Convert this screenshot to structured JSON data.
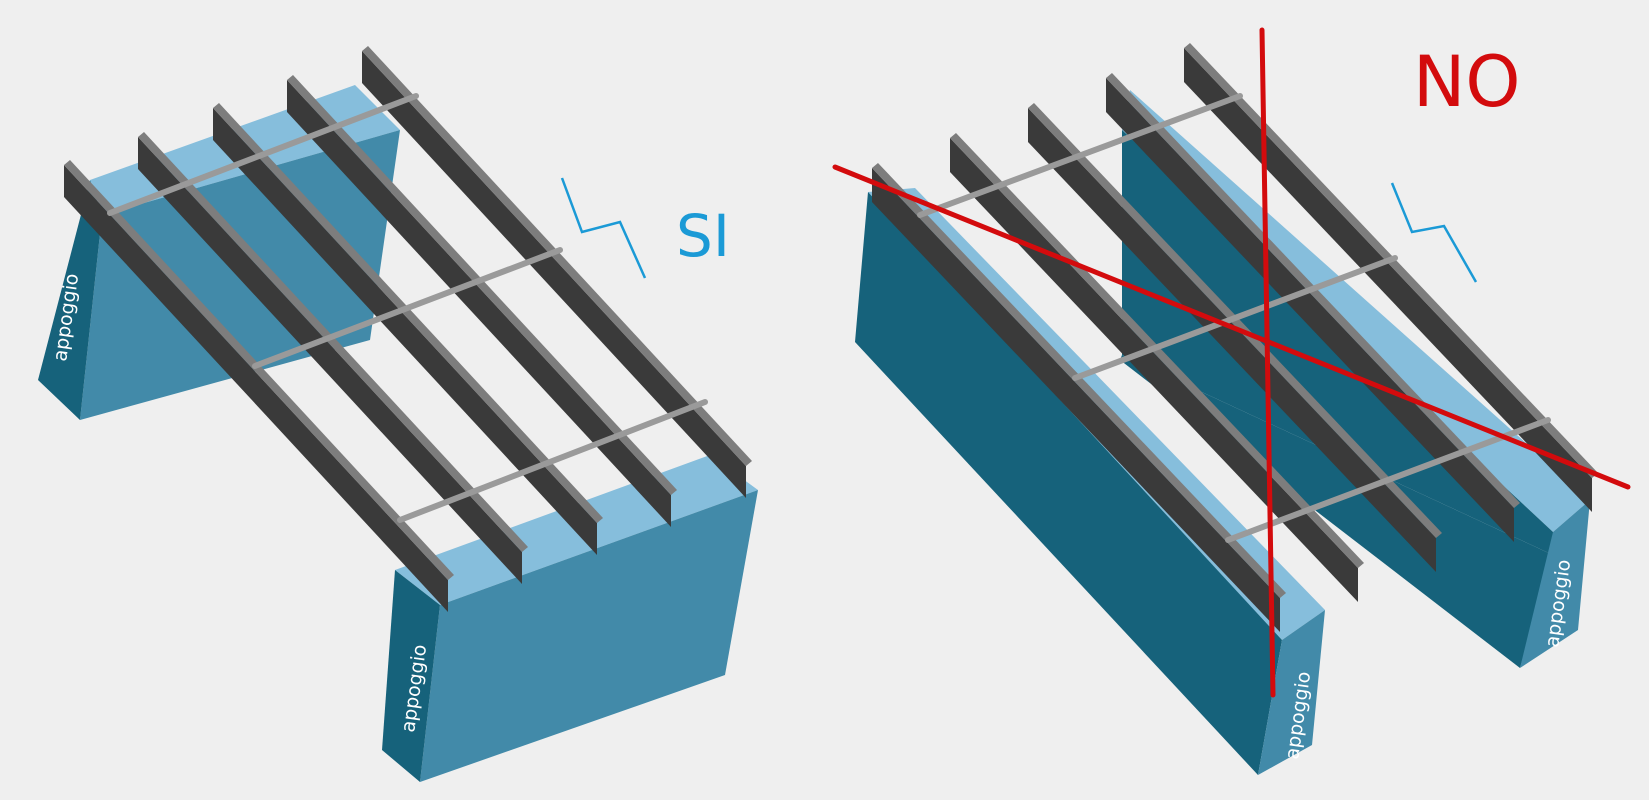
{
  "labels": {
    "support": "appoggio",
    "correct": "SI",
    "wrong": "NO"
  },
  "colors": {
    "background": "#efefef",
    "support_top": "#86bedc",
    "support_side": "#428aa9",
    "support_dark": "#16627b",
    "bar_side": "#3a3a3a",
    "bar_top": "#7d7d7d",
    "rod": "#9a9a9a",
    "arrow": "#1b9ad6",
    "cross": "#d30b0d"
  },
  "icons": {
    "span_direction": "zigzag-arrow-icon",
    "wrong_mark": "cross-icon"
  }
}
